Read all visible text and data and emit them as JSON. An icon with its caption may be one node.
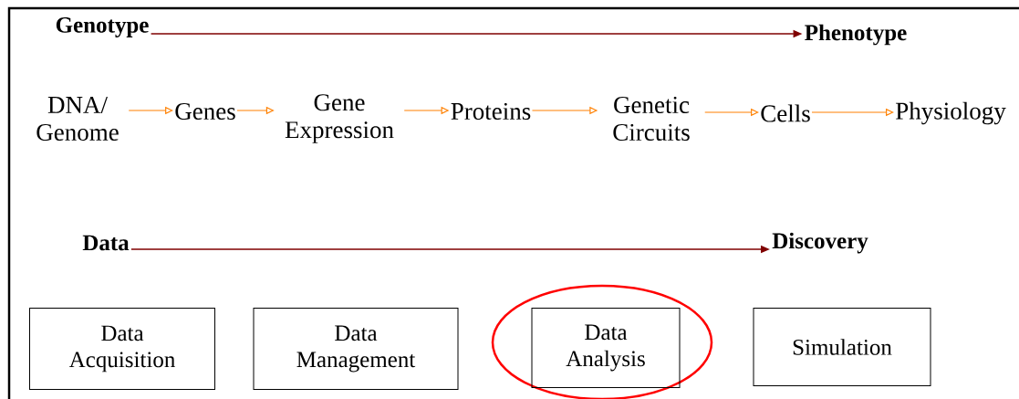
{
  "diagram": {
    "nodes": [
      {
        "text": [
          "Genotype"
        ]
      },
      {
        "text": [
          "Phenotype"
        ]
      },
      {
        "text": [
          "DNA/ Genome"
        ]
      },
      {
        "text": [
          "Genes"
        ]
      },
      {
        "text": [
          "Gene Expression"
        ]
      },
      {
        "text": [
          "Proteins"
        ]
      },
      {
        "text": [
          "Genetic Circuits"
        ]
      },
      {
        "text": [
          "Cells"
        ]
      },
      {
        "text": [
          "Physiology"
        ]
      },
      {
        "text": [
          "Data"
        ]
      },
      {
        "text": [
          "Discovery"
        ]
      },
      {
        "text": [
          "Data Acquisition"
        ]
      },
      {
        "text": [
          "Data Management"
        ]
      },
      {
        "text": [],
        "shape": "ellipse"
      },
      {
        "text": [
          "Data Analysis"
        ],
        "in": 13
      },
      {
        "text": [
          "Simulation"
        ]
      }
    ],
    "edges": [
      {
        "from": 0,
        "to": 1,
        "arrow": "to",
        "color": "#7f0000"
      },
      {
        "from": 2,
        "to": 3,
        "arrow": "to"
      },
      {
        "from": 3,
        "to": 4,
        "arrow": "to"
      },
      {
        "from": 4,
        "to": 5,
        "arrow": "to"
      },
      {
        "from": 5,
        "to": 6,
        "arrow": "to"
      },
      {
        "from": 6,
        "to": 7,
        "arrow": "to"
      },
      {
        "from": 7,
        "to": 8,
        "arrow": "to"
      },
      {
        "from": 9,
        "to": 10,
        "arrow": "to",
        "color": "#7f0000"
      }
    ]
  }
}
